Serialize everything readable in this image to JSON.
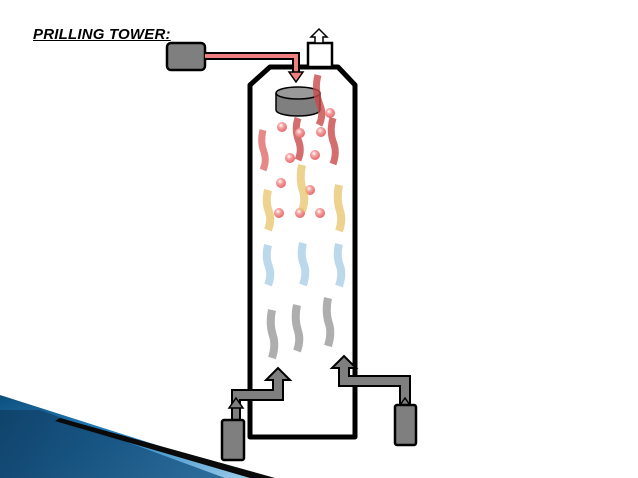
{
  "slide": {
    "title": "PRILLING TOWER:"
  },
  "colors": {
    "tower_outline": "#000000",
    "equipment_fill": "#7f7f7f",
    "feed_line": "#f08080",
    "hot_drop": "#e57373",
    "warm_drop": "#f5d98b",
    "cool_drop": "#b9d7ea",
    "cold_drop": "#a6a6a6",
    "accent_blue": "#1f6fa8"
  },
  "icons": {
    "feed_tank": "rounded-rectangle",
    "spray_bucket": "cylinder",
    "air_arrow": "block-arrow-up",
    "blower": "rounded-rectangle"
  }
}
